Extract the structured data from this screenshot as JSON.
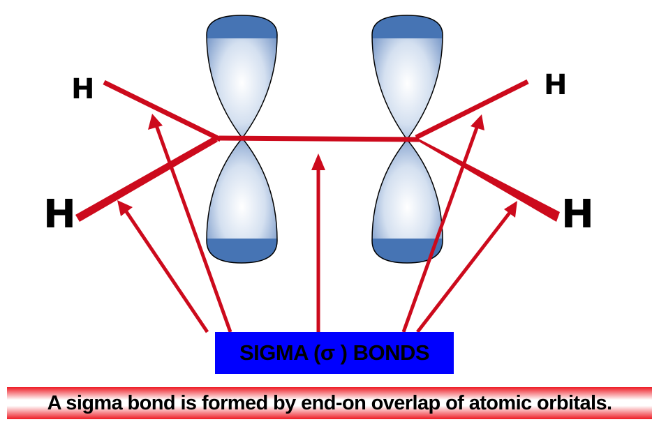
{
  "diagram": {
    "title": "Sigma bonds in ethene-like structure",
    "atom_labels": [
      "H",
      "H",
      "H",
      "H"
    ],
    "callout_label": "SIGMA (σ ) BONDS",
    "caption": "A sigma bond is formed by end-on overlap of atomic orbitals.",
    "colors": {
      "bond": "#cc0a1c",
      "orbital_dark": "#4674b4",
      "orbital_light": "#ffffff",
      "callout_bg": "#0000ff",
      "banner_edge": "#ee1c25"
    }
  }
}
